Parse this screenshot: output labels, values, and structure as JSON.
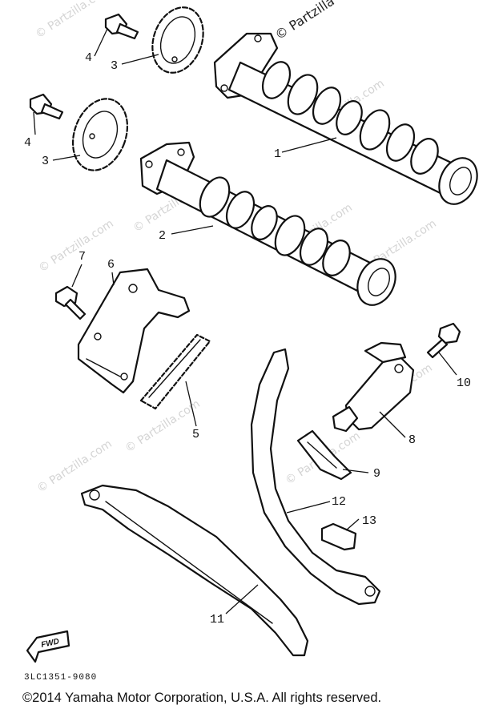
{
  "watermark": {
    "text": "© Partzilla.com",
    "top_text": "© Partzilla"
  },
  "callouts": {
    "c1": "1",
    "c2": "2",
    "c3a": "3",
    "c3b": "3",
    "c4a": "4",
    "c4b": "4",
    "c5": "5",
    "c6": "6",
    "c7": "7",
    "c8": "8",
    "c9": "9",
    "c10": "10",
    "c11": "11",
    "c12": "12",
    "c13": "13"
  },
  "fwd_label": "FWD",
  "diagram_code": "3LC1351-9080",
  "copyright": "©2014  Yamaha Motor Corporation, U.S.A. All rights reserved."
}
